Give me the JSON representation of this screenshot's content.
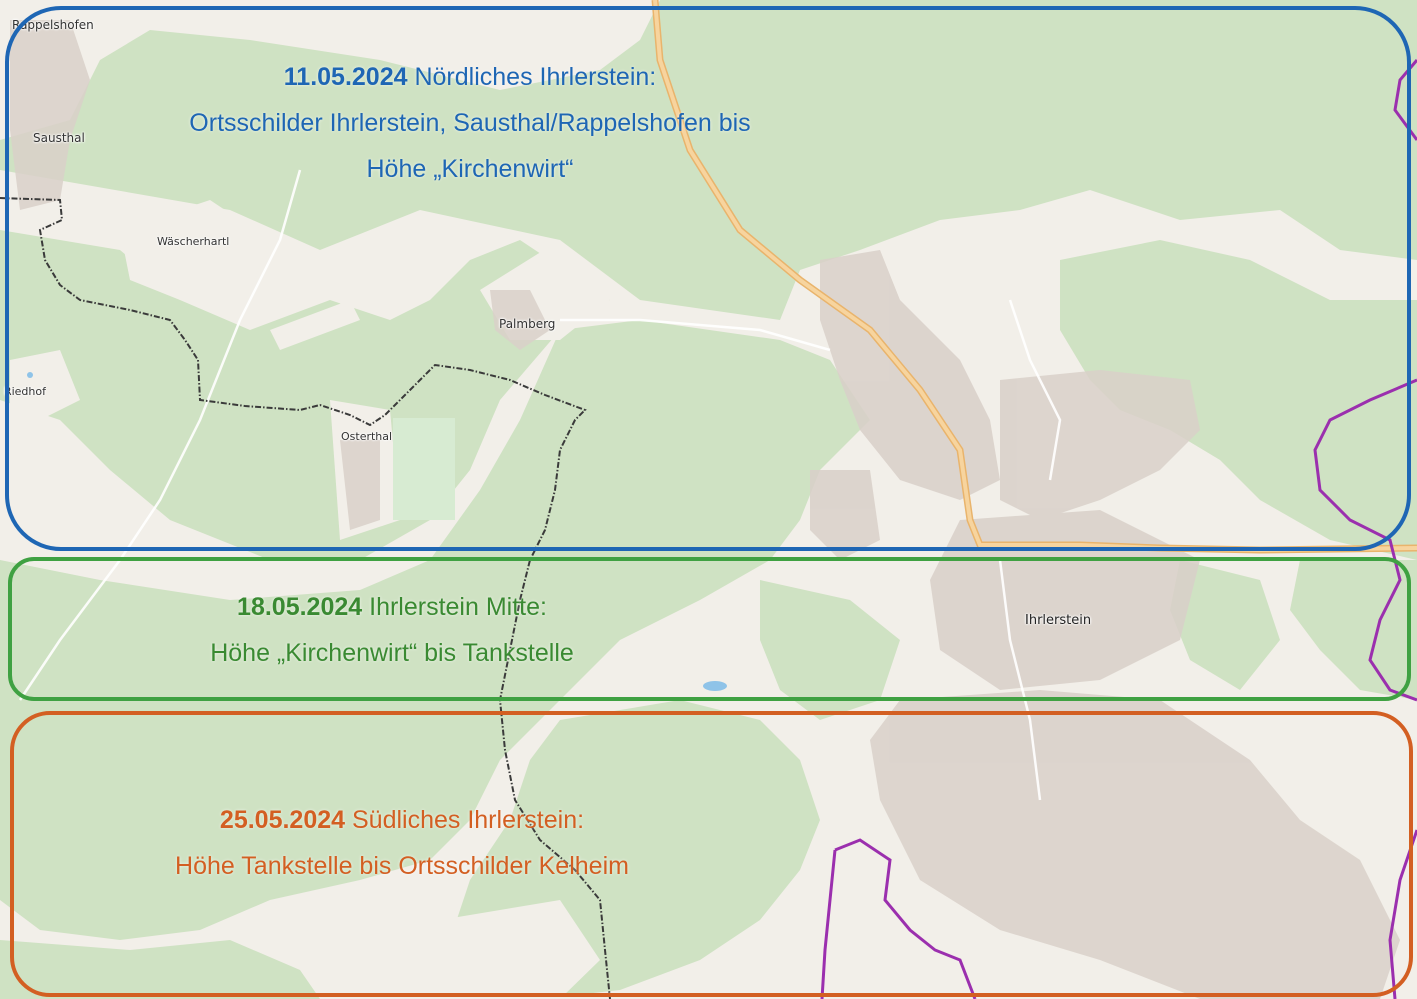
{
  "map": {
    "places": [
      {
        "id": "rappelshofen",
        "name": "Rappelshofen"
      },
      {
        "id": "sausthal",
        "name": "Sausthal"
      },
      {
        "id": "waescherhartl",
        "name": "Wäscherhartl"
      },
      {
        "id": "palmberg",
        "name": "Palmberg"
      },
      {
        "id": "riedhof",
        "name": "Riedhof"
      },
      {
        "id": "osterthal",
        "name": "Osterthal"
      },
      {
        "id": "ihrlerstein",
        "name": "Ihrlerstein"
      }
    ]
  },
  "zones": [
    {
      "id": "north",
      "color": "#1e66b4",
      "date": "11.05.2024",
      "title": " Nördliches Ihrlerstein:",
      "lines": [
        "Ortsschilder Ihrlerstein, Sausthal/Rappelshofen bis",
        "Höhe „Kirchenwirt“"
      ]
    },
    {
      "id": "middle",
      "color": "#3fa142",
      "date": "18.05.2024",
      "title": " Ihrlerstein Mitte:",
      "lines": [
        "Höhe „Kirchenwirt“ bis Tankstelle"
      ]
    },
    {
      "id": "south",
      "color": "#d35f22",
      "date": "25.05.2024",
      "title": " Südliches Ihrlerstein:",
      "lines": [
        "Höhe Tankstelle bis Ortsschilder Kelheim"
      ]
    }
  ],
  "colors": {
    "forest": "#cfe2c3",
    "open_land": "#f2efe9",
    "road": "#f7c98a",
    "boundary_municipal": "#3a3a3a",
    "boundary_district": "#9b2fae"
  }
}
